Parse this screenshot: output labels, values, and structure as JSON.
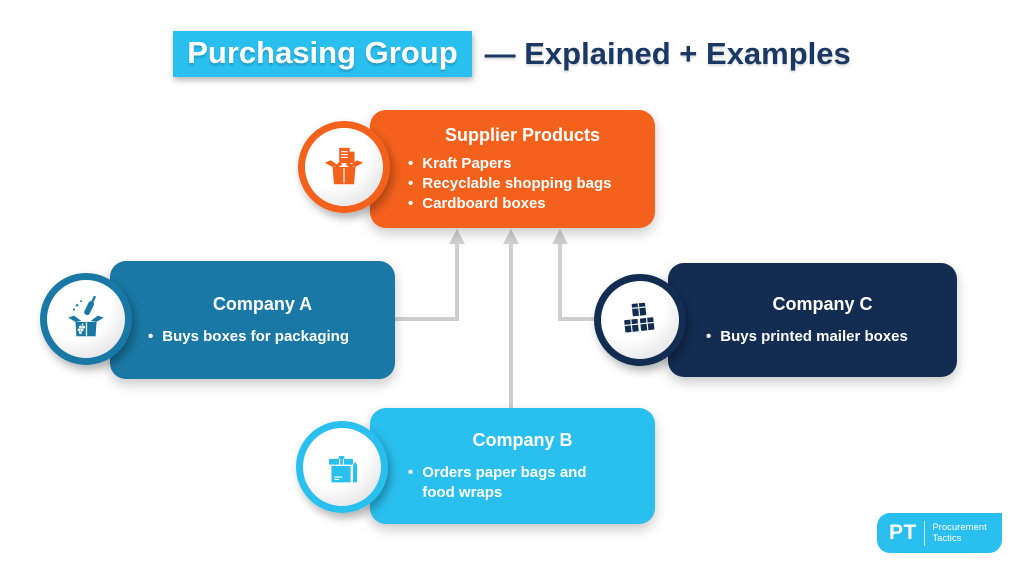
{
  "title": {
    "highlight": "Purchasing Group",
    "rest": "— Explained + Examples"
  },
  "ui": {
    "bullet_char": "•"
  },
  "colors": {
    "accent_cyan": "#29BFEF",
    "supplier_orange": "#F4611C",
    "company_a_teal": "#1978A5",
    "company_b_cyan": "#29BFEF",
    "company_c_navy": "#122C52",
    "title_text_navy": "#1B3764",
    "connector_gray": "#CFCFCF"
  },
  "boxes": {
    "supplier": {
      "heading": "Supplier Products",
      "bullets": [
        "Kraft Papers",
        "Recyclable shopping bags",
        "Cardboard boxes"
      ],
      "icon": "open-box-papers-icon",
      "color": "#F4611C"
    },
    "company_a": {
      "heading": "Company A",
      "bullets": [
        "Buys boxes for packaging"
      ],
      "icon": "gift-box-champagne-icon",
      "color": "#1978A5"
    },
    "company_b": {
      "heading": "Company B",
      "bullets": [
        "Orders paper bags and food wraps"
      ],
      "icon": "package-parcel-icon",
      "color": "#29BFEF"
    },
    "company_c": {
      "heading": "Company C",
      "bullets": [
        "Buys printed mailer boxes"
      ],
      "icon": "stacked-boxes-icon",
      "color": "#122C52"
    }
  },
  "connections": [
    {
      "from": "company_a",
      "to": "supplier",
      "style": "elbow-up-arrow"
    },
    {
      "from": "company_b",
      "to": "supplier",
      "style": "straight-up-arrow"
    },
    {
      "from": "company_c",
      "to": "supplier",
      "style": "elbow-up-arrow"
    }
  ],
  "logo": {
    "initials": "PT",
    "name_line1": "Procurement",
    "name_line2": "Tactics"
  }
}
